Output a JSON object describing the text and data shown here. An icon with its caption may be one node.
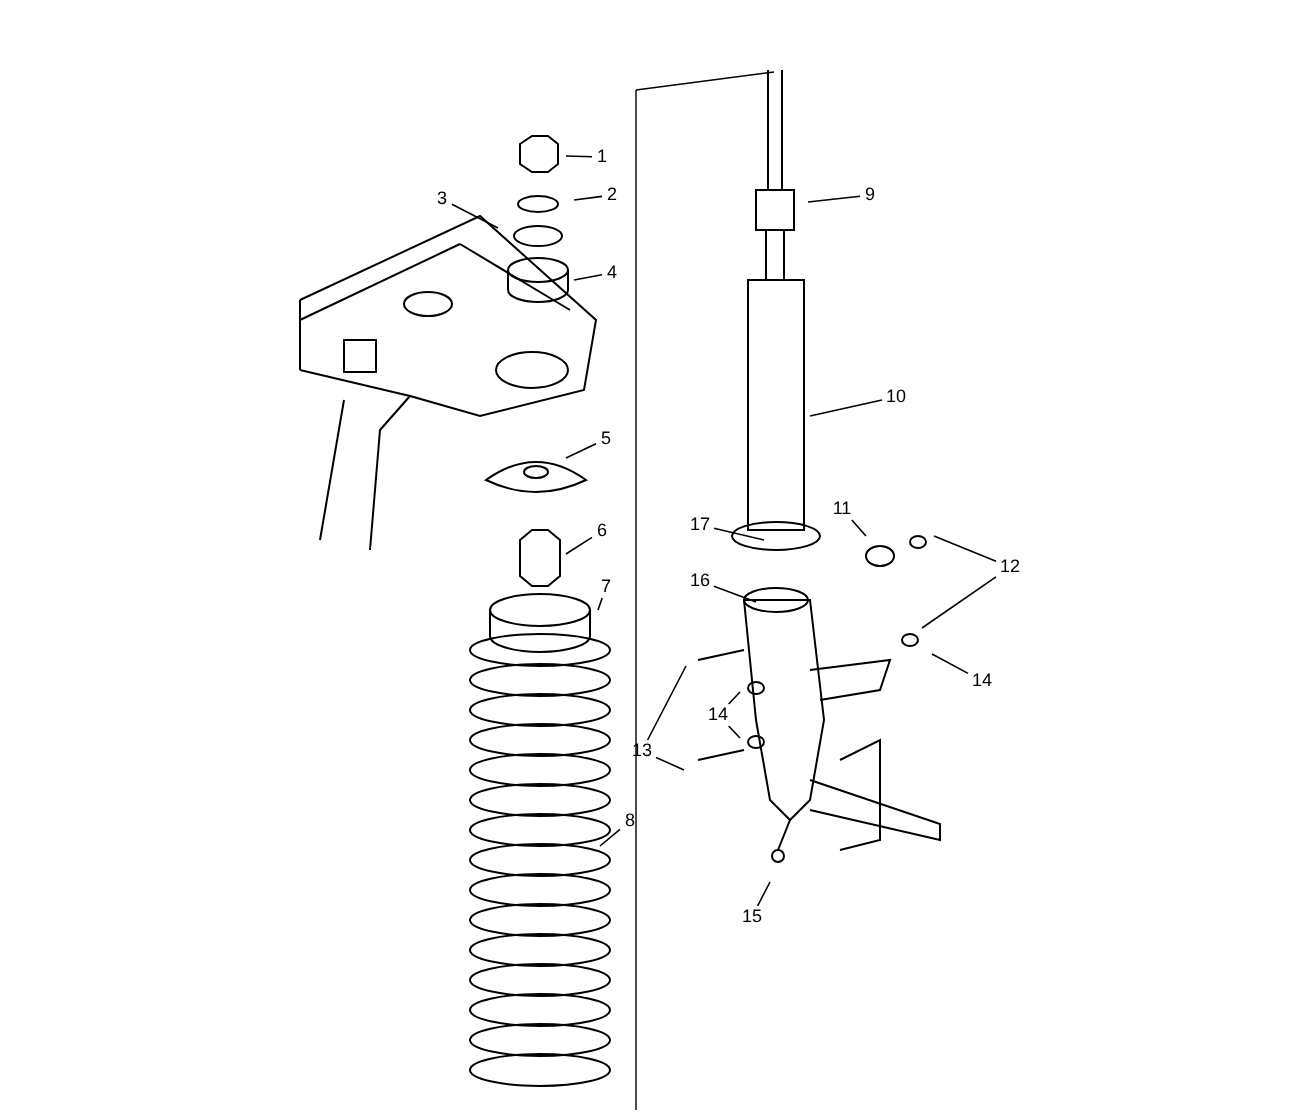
{
  "diagram": {
    "nodes": [
      {
        "text": [
          "1"
        ]
      },
      {
        "text": [
          "2"
        ]
      },
      {
        "text": [
          "9"
        ]
      },
      {
        "text": [
          "3"
        ]
      },
      {
        "text": [
          "4"
        ]
      },
      {
        "text": [
          "10"
        ]
      },
      {
        "text": [
          "5"
        ]
      },
      {
        "text": [
          "17"
        ]
      },
      {
        "text": [
          "6"
        ]
      },
      {
        "text": [
          "11"
        ]
      },
      {
        "text": [
          "12"
        ]
      },
      {
        "text": [
          "16"
        ]
      },
      {
        "text": [
          "7"
        ]
      },
      {
        "text": [
          "14"
        ]
      },
      {
        "text": [
          "14"
        ]
      },
      {
        "text": [
          "13"
        ]
      },
      {
        "text": [
          "8"
        ]
      },
      {
        "text": [
          "15"
        ]
      }
    ],
    "edges": [
      {
        "from": 0,
        "to": null,
        "arrow": "none"
      },
      {
        "from": 1,
        "to": null,
        "arrow": "none"
      },
      {
        "from": 2,
        "to": null,
        "arrow": "none"
      },
      {
        "from": 3,
        "to": null,
        "arrow": "none"
      },
      {
        "from": 4,
        "to": null,
        "arrow": "none"
      },
      {
        "from": 5,
        "to": null,
        "arrow": "none"
      },
      {
        "from": 6,
        "to": null,
        "arrow": "none"
      },
      {
        "from": 7,
        "to": null,
        "arrow": "none"
      },
      {
        "from": 8,
        "to": null,
        "arrow": "none"
      },
      {
        "from": 9,
        "to": null,
        "arrow": "none"
      },
      {
        "from": 10,
        "to": null,
        "arrow": "none"
      },
      {
        "from": 10,
        "to": null,
        "arrow": "none"
      },
      {
        "from": 11,
        "to": null,
        "arrow": "none"
      },
      {
        "from": 12,
        "to": null,
        "arrow": "none"
      },
      {
        "from": 13,
        "to": null,
        "arrow": "none"
      },
      {
        "from": 14,
        "to": null,
        "arrow": "none"
      },
      {
        "from": 14,
        "to": null,
        "arrow": "none"
      },
      {
        "from": 15,
        "to": null,
        "arrow": "none"
      },
      {
        "from": 15,
        "to": null,
        "arrow": "none"
      },
      {
        "from": 16,
        "to": null,
        "arrow": "none"
      },
      {
        "from": 17,
        "to": null,
        "arrow": "none"
      }
    ]
  }
}
